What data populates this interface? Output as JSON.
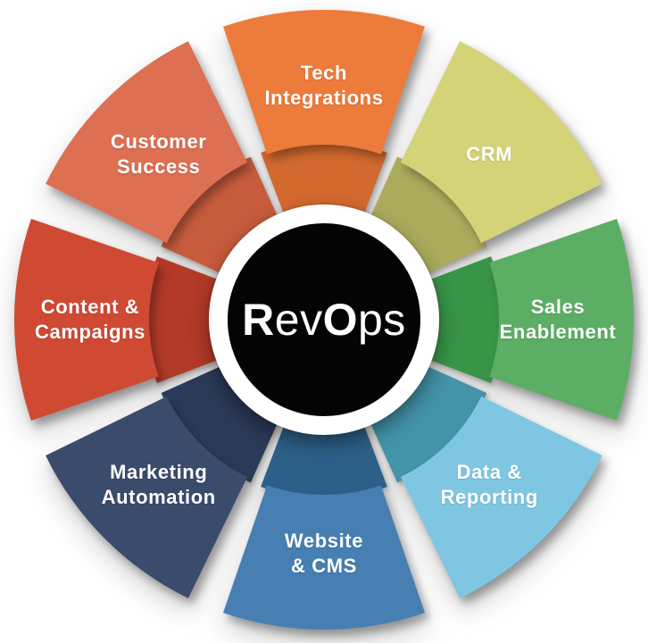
{
  "center": {
    "bold1": "R",
    "reg1": "ev",
    "bold2": "O",
    "reg2": "ps"
  },
  "chart_data": {
    "type": "wheel-diagram",
    "title": "RevOps wheel",
    "center_label": "RevOps",
    "background_color": "#ffffff",
    "center_circle_color": "#040404",
    "center_ring_color": "#ffffff",
    "center_text_color": "#ffffff",
    "segment_text_color": "#ffffff",
    "segments": [
      {
        "label": "Tech Integrations",
        "lines": [
          "Tech",
          "Integrations"
        ],
        "color": "#ED7B3B",
        "band_color": "#D2692F"
      },
      {
        "label": "CRM",
        "lines": [
          "CRM"
        ],
        "color": "#D4D377",
        "band_color": "#ABAB5C"
      },
      {
        "label": "Sales Enablement",
        "lines": [
          "Sales",
          "Enablement"
        ],
        "color": "#5DAE65",
        "band_color": "#389447"
      },
      {
        "label": "Data & Reporting",
        "lines": [
          "Data &",
          "Reporting"
        ],
        "color": "#7FC6E2",
        "band_color": "#4393A9"
      },
      {
        "label": "Website & CMS",
        "lines": [
          "Website",
          "& CMS"
        ],
        "color": "#477FB3",
        "band_color": "#2D6089"
      },
      {
        "label": "Marketing Automation",
        "lines": [
          "Marketing",
          "Automation"
        ],
        "color": "#3A4B6C",
        "band_color": "#2B3A58"
      },
      {
        "label": "Content & Campaigns",
        "lines": [
          "Content &",
          "Campaigns"
        ],
        "color": "#D04A33",
        "band_color": "#B23A27"
      },
      {
        "label": "Customer Success",
        "lines": [
          "Customer",
          "Success"
        ],
        "color": "#DD7052",
        "band_color": "#C65C3D"
      }
    ]
  }
}
